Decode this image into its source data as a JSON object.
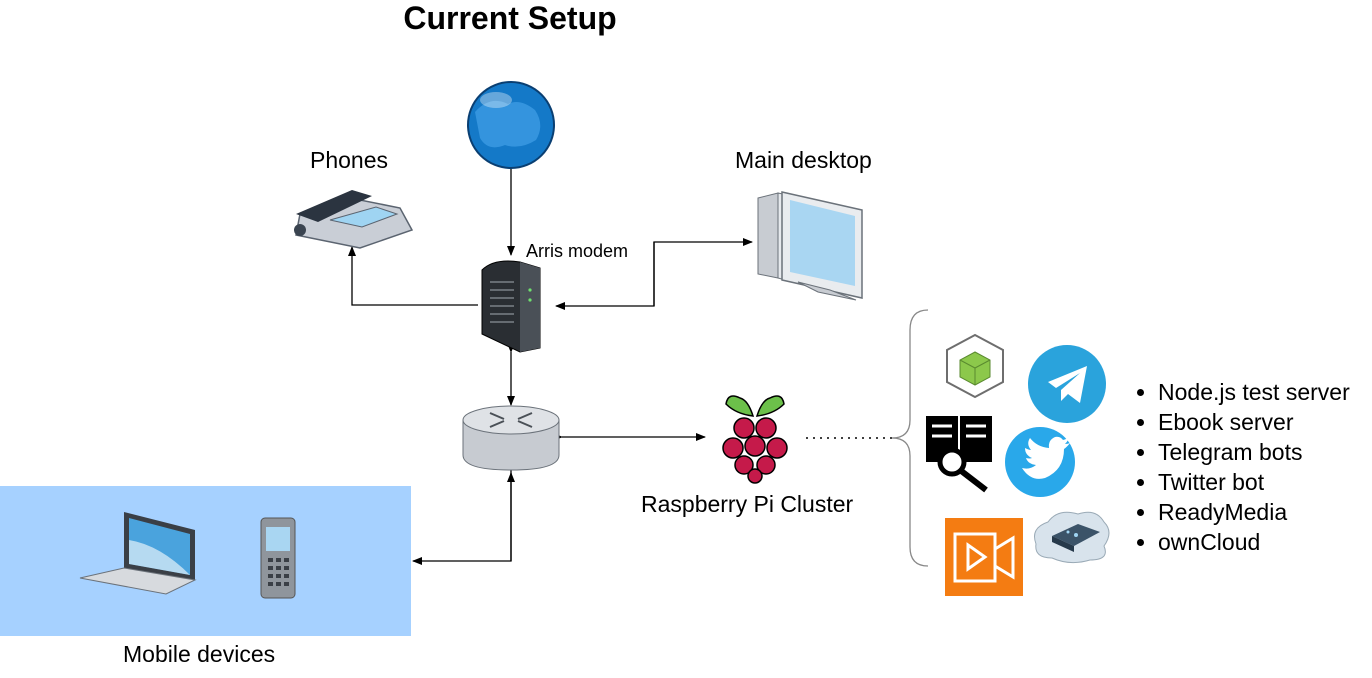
{
  "title": "Current Setup",
  "nodes": {
    "internet": {
      "icon": "globe-icon"
    },
    "phones": {
      "label": "Phones",
      "icon": "desk-phone-icon"
    },
    "modem": {
      "label": "Arris modem",
      "icon": "cable-modem-icon"
    },
    "desktop": {
      "label": "Main desktop",
      "icon": "desktop-computer-icon"
    },
    "router": {
      "icon": "router-icon"
    },
    "pi": {
      "label": "Raspberry Pi Cluster",
      "icon": "raspberry-pi-icon"
    },
    "mobile": {
      "label": "Mobile devices",
      "icons": [
        "laptop-icon",
        "mobile-phone-icon"
      ]
    }
  },
  "services": {
    "icons": [
      "nodejs-icon",
      "telegram-icon",
      "ebook-search-icon",
      "twitter-icon",
      "video-icon",
      "owncloud-icon"
    ],
    "items": [
      {
        "label": "Node.js test server"
      },
      {
        "label": "Ebook server"
      },
      {
        "label": "Telegram bots"
      },
      {
        "label": "Twitter bot"
      },
      {
        "label": "ReadyMedia"
      },
      {
        "label": "ownCloud"
      }
    ]
  },
  "colors": {
    "mobile_zone": "#a6d1ff",
    "telegram": "#2aa3dc",
    "twitter": "#29a8ea",
    "nodejs_green": "#8cc84b",
    "video_orange": "#f47c12",
    "raspberry": "#c51a4a",
    "leaf": "#6cc04a"
  }
}
